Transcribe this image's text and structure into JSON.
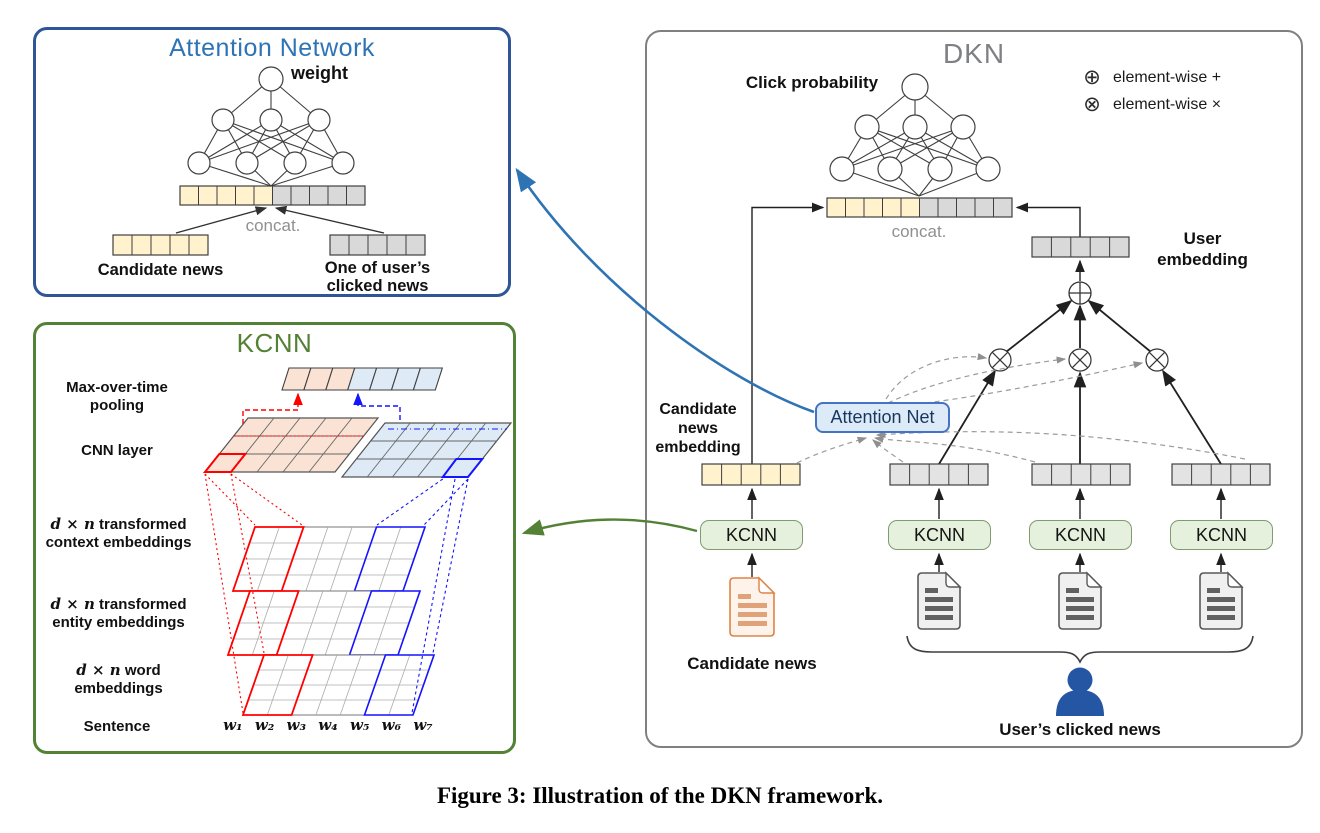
{
  "figure": {
    "caption": "Figure 3: Illustration of the DKN framework."
  },
  "attention_panel": {
    "title": "Attention Network",
    "weight": "weight",
    "concat": "concat.",
    "candidate_news": "Candidate news",
    "clicked_line1": "One of user’s",
    "clicked_line2": "clicked news"
  },
  "kcnn_panel": {
    "title": "KCNN",
    "pooling_line1": "Max-over-time",
    "pooling_line2": "pooling",
    "cnn_layer": "CNN layer",
    "context_math": "d × n",
    "context_rest": "transformed",
    "context_line2": "context embeddings",
    "entity_math": "d × n",
    "entity_rest": "transformed",
    "entity_line2": "entity embeddings",
    "word_math": "d × n",
    "word_rest": "word",
    "word_line2": "embeddings",
    "sentence": "Sentence",
    "words": "w₁ w₂ w₃ w₄ w₅ w₆ w₇"
  },
  "dkn_panel": {
    "title": "DKN",
    "click_probability": "Click probability",
    "legend": [
      {
        "symbol": "⊕",
        "label": "element-wise +"
      },
      {
        "symbol": "⊗",
        "label": "element-wise ×"
      }
    ],
    "concat": "concat.",
    "user_embedding_line1": "User",
    "user_embedding_line2": "embedding",
    "candidate_embedding_line1": "Candidate",
    "candidate_embedding_line2": "news",
    "candidate_embedding_line3": "embedding",
    "attention_net": "Attention Net",
    "kcnn_box": "KCNN",
    "candidate_news": "Candidate news",
    "users_clicked_news": "User’s clicked news"
  },
  "colors": {
    "accent_blue": "#2E74B5",
    "accent_green": "#538135",
    "accent_gray": "#7F7F7F",
    "panel_blue_border": "#2F5597",
    "cell_yellow": "#FFF2CC",
    "cell_gray": "#D9D9D9",
    "cell_peach": "#FAE3D4",
    "cell_blue": "#DEEBF7",
    "attention_net_fill": "#DDEBF8",
    "attention_net_border": "#4472C4",
    "kcnn_box_fill": "#E5F1DC",
    "doc_orange": "#DE8345",
    "doc_gray": "#595959",
    "person_blue": "#2456A4",
    "cnn_red": "#FF0000",
    "cnn_blue": "#1414FF"
  }
}
